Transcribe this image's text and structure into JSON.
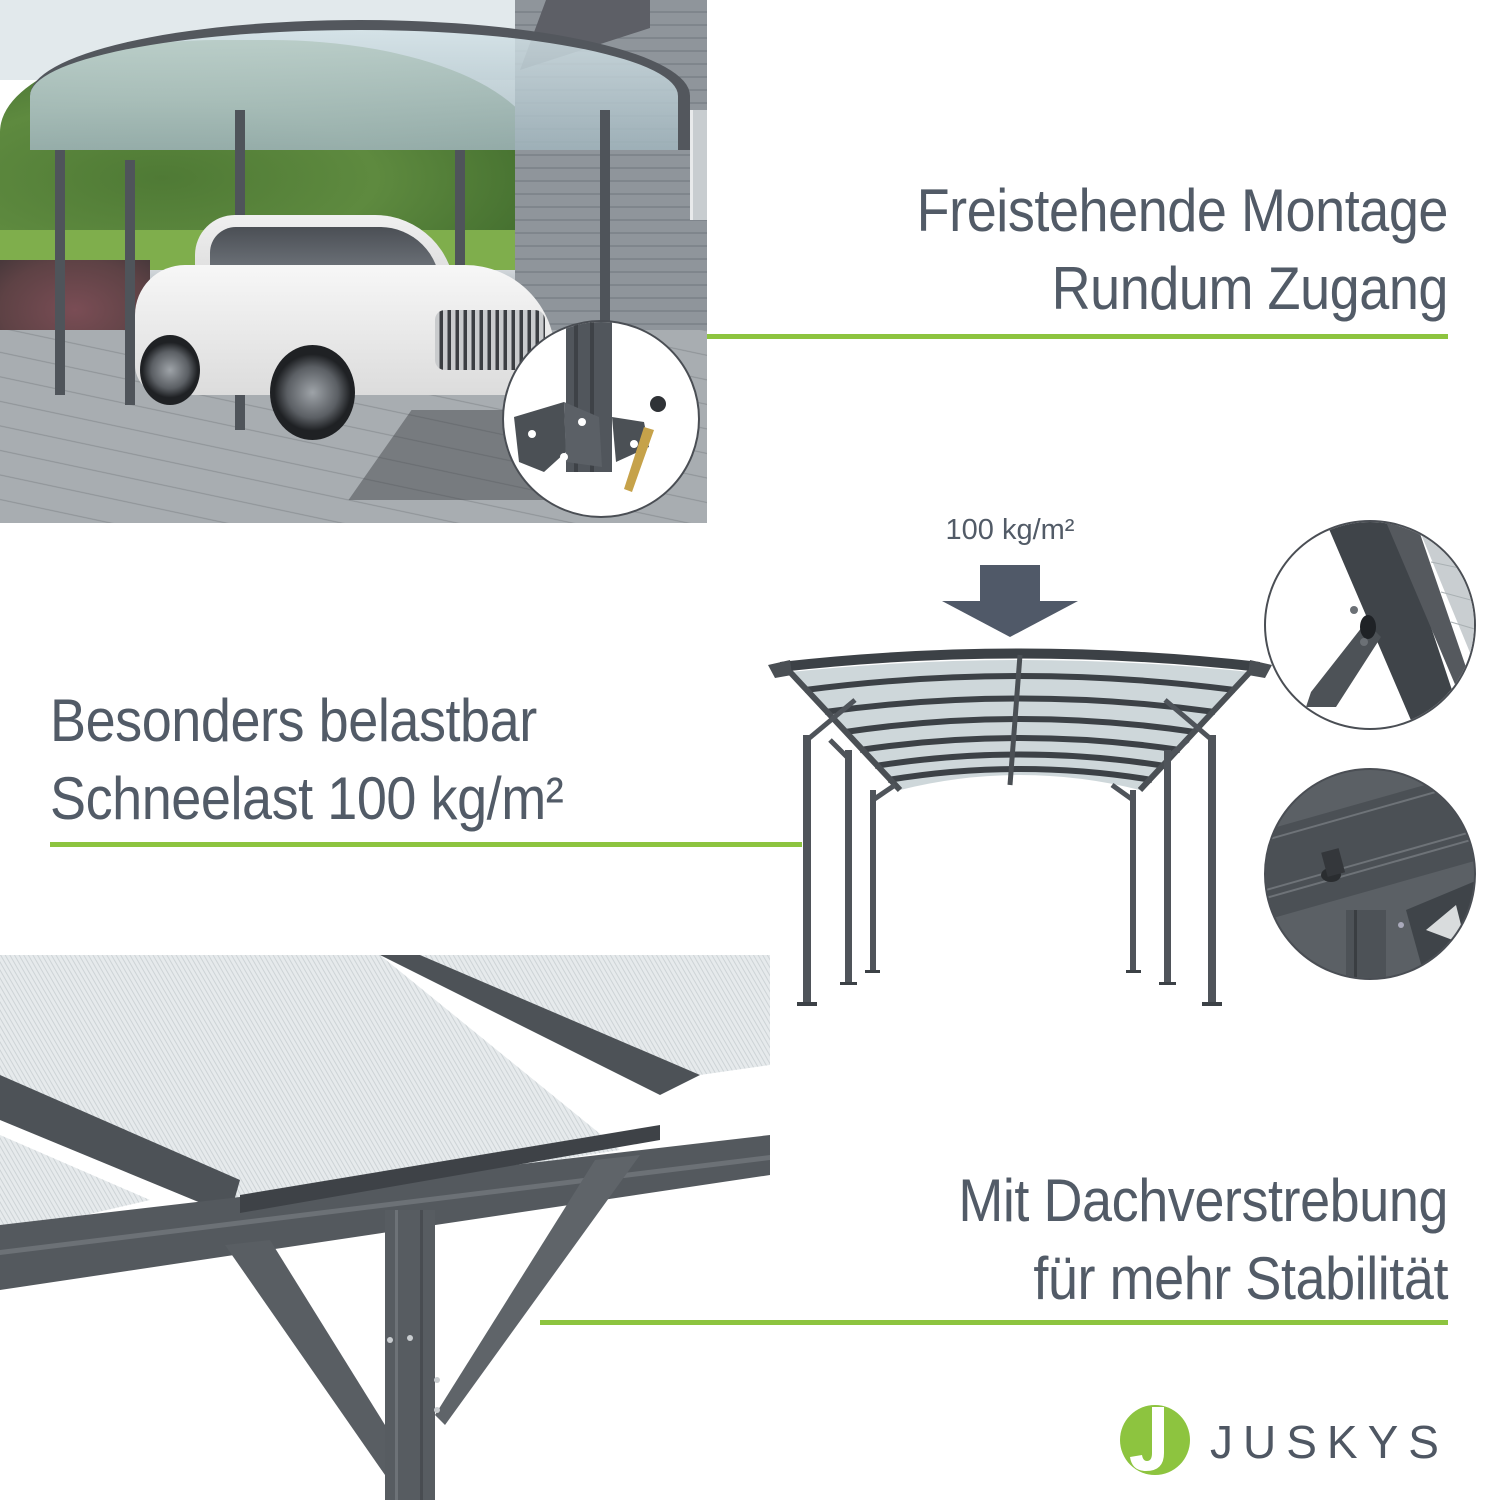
{
  "features": [
    {
      "id": "freestanding",
      "line1": "Freistehende Montage",
      "line2": "Rundum Zugang",
      "align": "right"
    },
    {
      "id": "load-capacity",
      "line1": "Besonders belastbar",
      "line2": "Schneelast 100 kg/m²",
      "align": "left"
    },
    {
      "id": "roof-bracing",
      "line1": "Mit Dachverstrebung",
      "line2": "für mehr Stabilität",
      "align": "right"
    }
  ],
  "load_indicator": {
    "label": "100 kg/m²",
    "icon": "arrow-down-icon"
  },
  "images": {
    "top_photo": "carport with white SUV on paved driveway",
    "top_inset": "post foot bracket with anchor bolt",
    "diagram": "freestanding arched carport frame",
    "detail_inset_1": "roof beam and diagonal strut connection",
    "detail_inset_2": "gutter downspout connector",
    "bottom_closeup": "polycarbonate roof panels with diagonal bracing"
  },
  "brand": {
    "name": "JUSKYS",
    "logo_icon": "juskys-j-logo-icon"
  },
  "colors": {
    "text": "#525b67",
    "accent_green": "#8dc43f",
    "frame_gray": "#4f545a",
    "background": "#ffffff"
  }
}
